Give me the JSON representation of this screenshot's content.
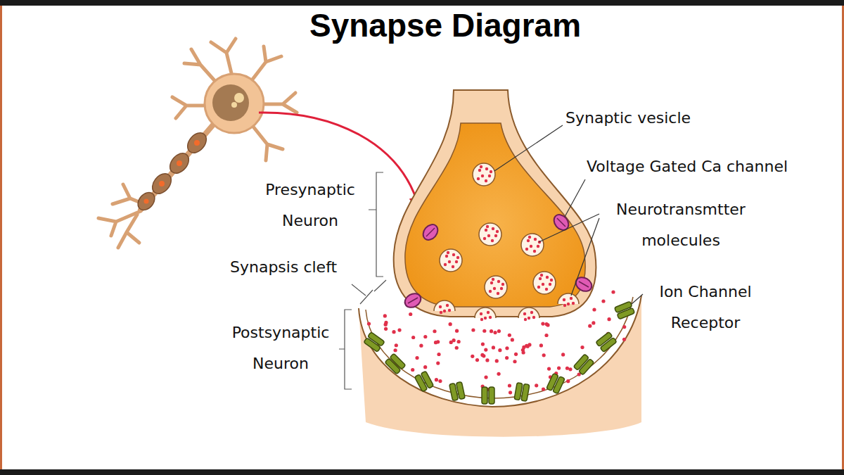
{
  "diagram": {
    "title": "Synapse Diagram",
    "labels": [
      "Synaptic vesicle",
      "Voltage Gated Ca channel",
      "Presynaptic Neuron",
      "Neurotransmtter molecules",
      "Synapsis cleft",
      "Ion Channel Receptor",
      "Postsynaptic Neuron"
    ]
  }
}
